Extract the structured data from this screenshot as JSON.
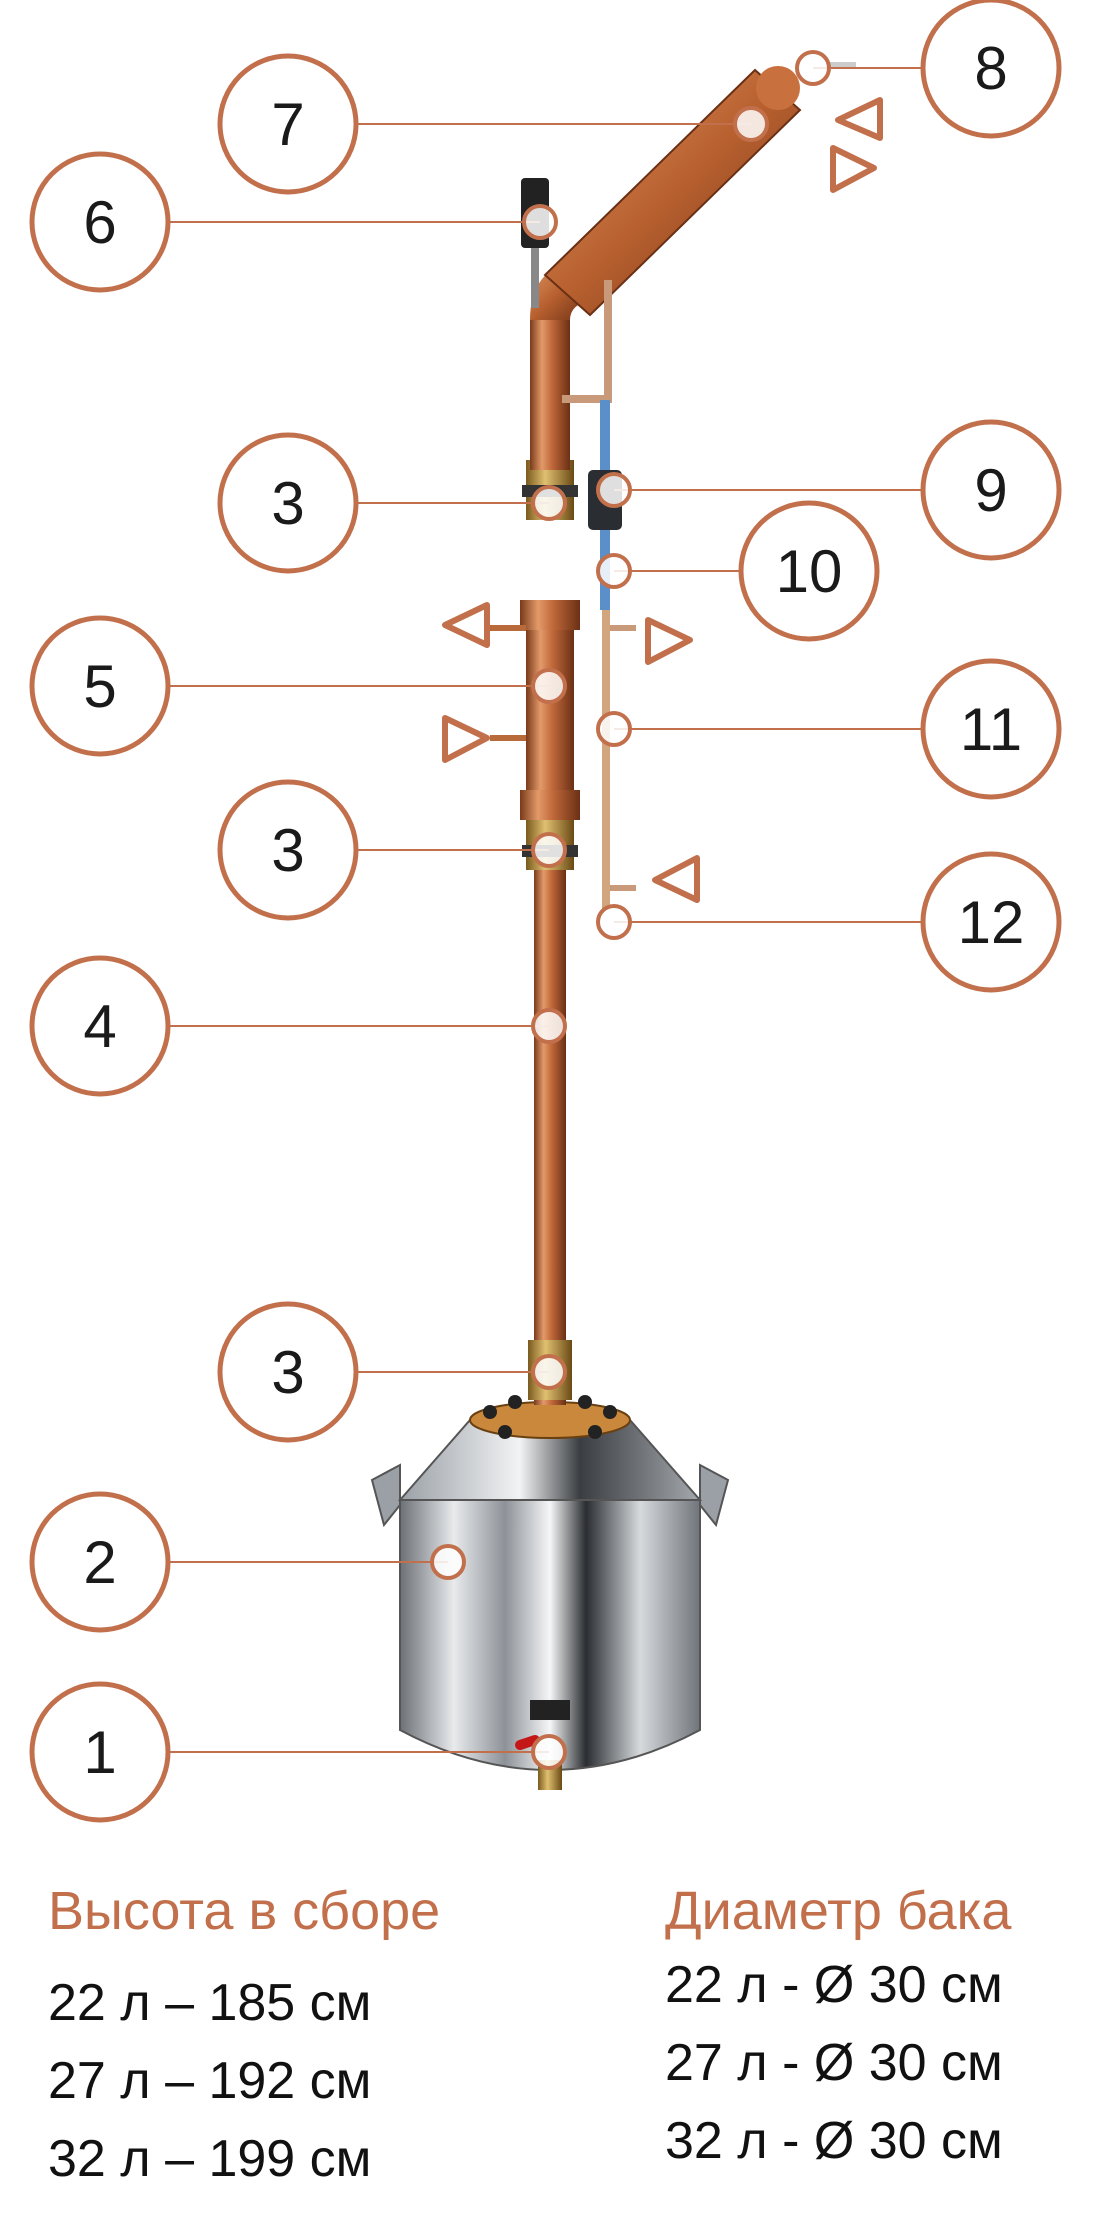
{
  "colors": {
    "accent": "#c2704c",
    "copper": "#c9703f",
    "steel": "#b8bdc2",
    "text": "#111111"
  },
  "callouts": [
    "1",
    "2",
    "3",
    "3",
    "3",
    "4",
    "5",
    "6",
    "7",
    "8",
    "9",
    "10",
    "11",
    "12"
  ],
  "height_section": {
    "title": "Высота в сборе",
    "lines": [
      "22 л – 185 см",
      "27 л – 192 см",
      "32 л – 199 см"
    ]
  },
  "diameter_section": {
    "title": "Диаметр бака",
    "lines": [
      "22 л - Ø 30 см",
      "27 л - Ø 30 см",
      "32 л - Ø 30 см"
    ]
  }
}
